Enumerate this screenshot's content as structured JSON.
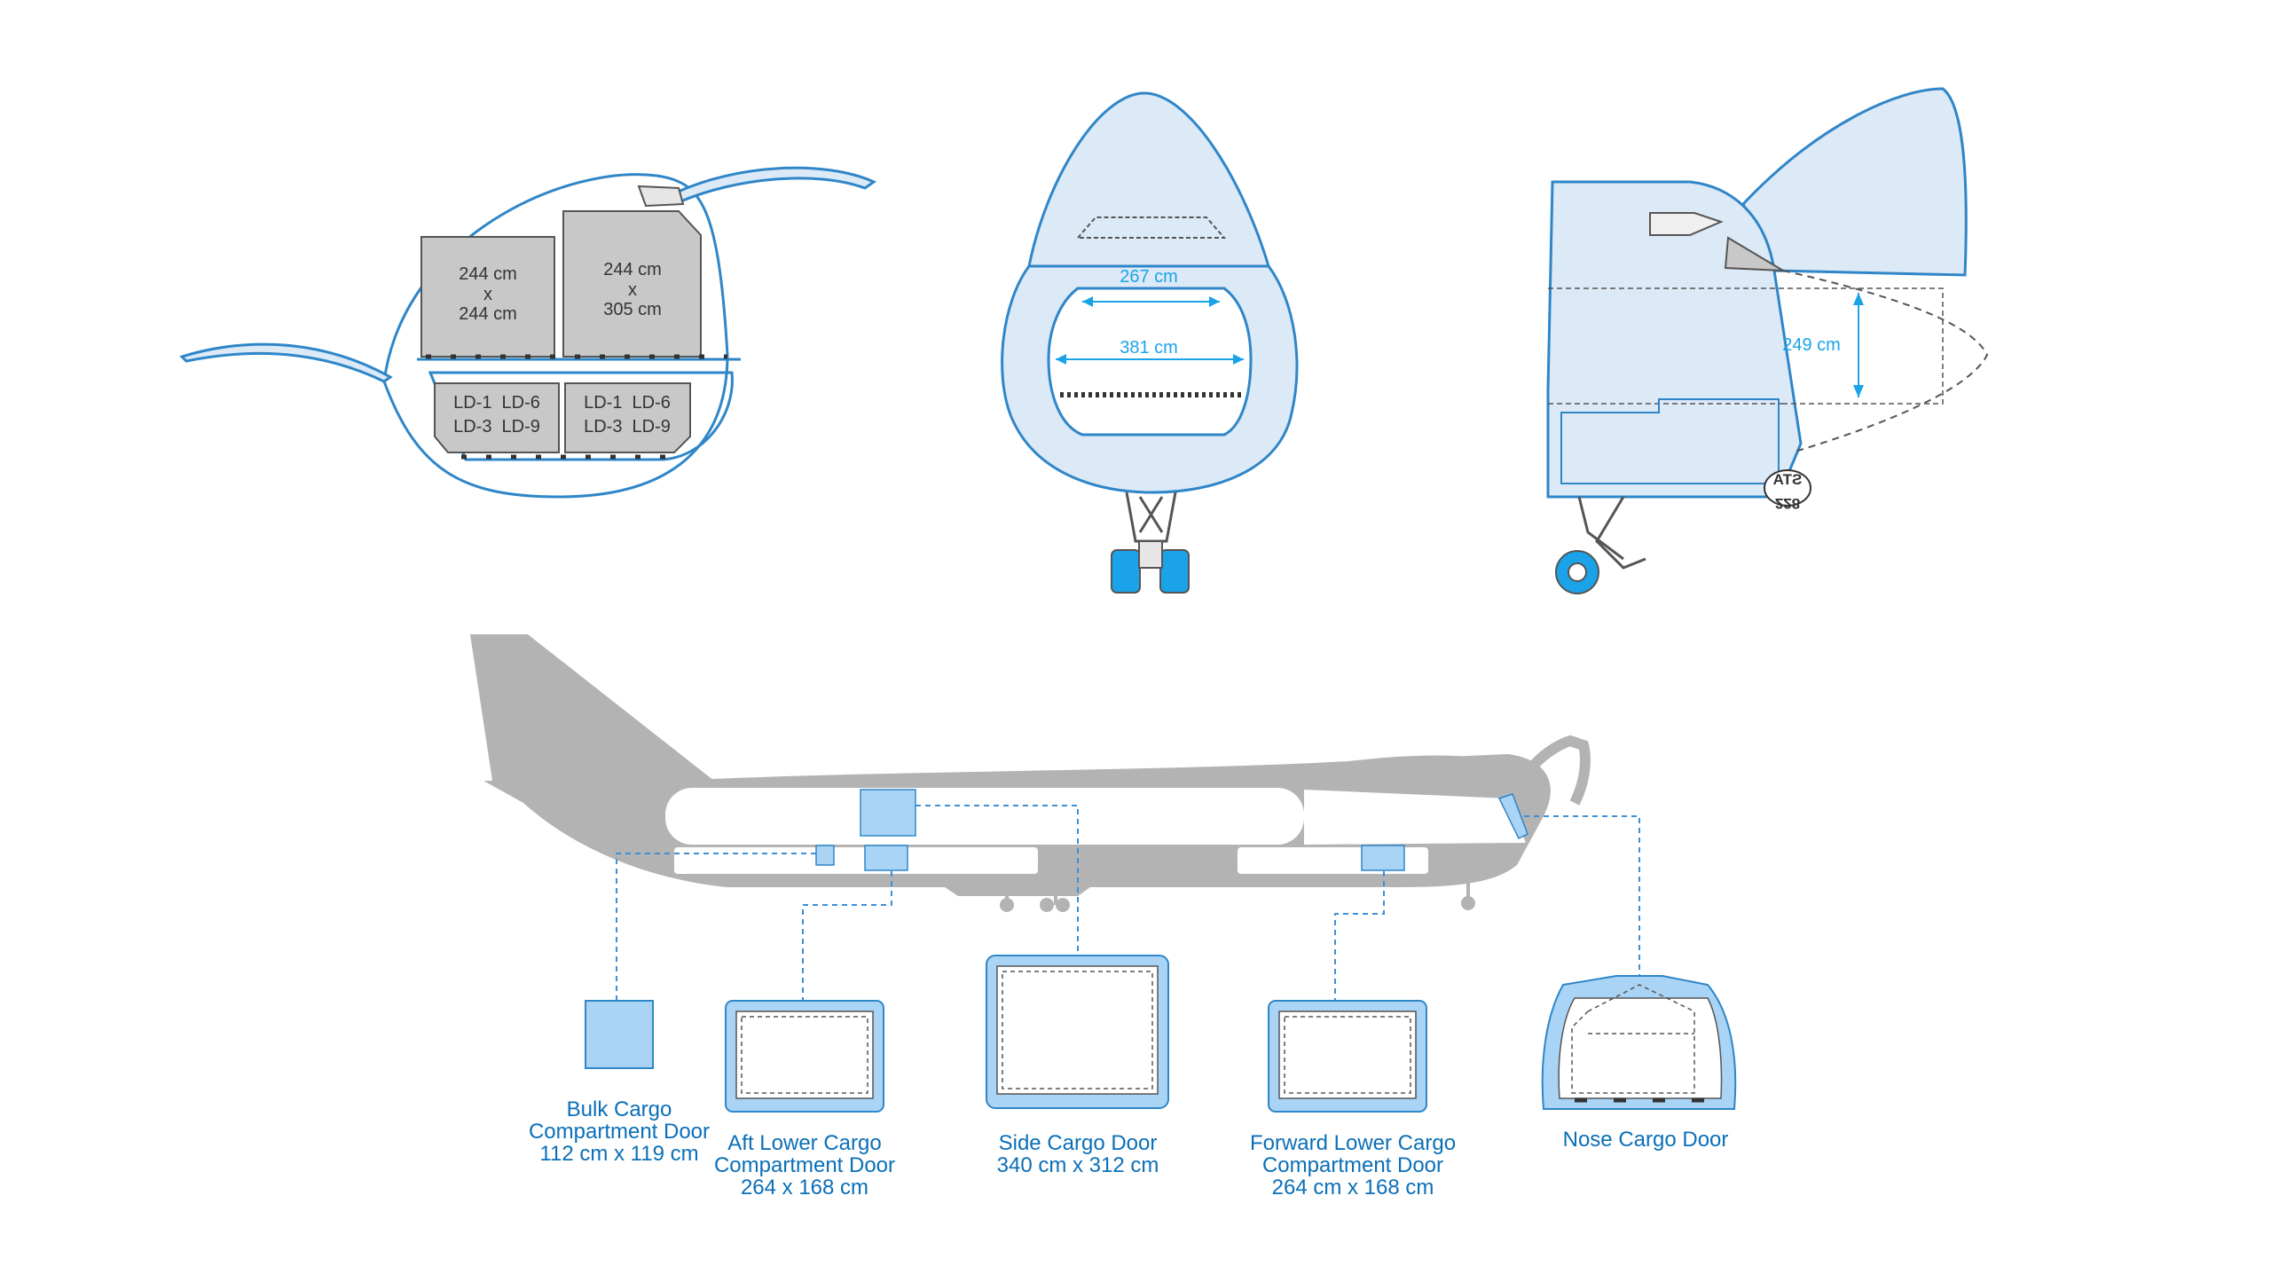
{
  "colors": {
    "fill_light": "#dce9f7",
    "fill_door": "#a9d4f5",
    "outline": "#2f86c8",
    "dim_arrow": "#1aa3e8",
    "label": "#0a6fb8",
    "aircraft_gray": "#b3b3b3",
    "container_gray": "#c8c8c8",
    "leader_dash": "#3d8fd6"
  },
  "cross_section": {
    "main_deck_left": {
      "w": "244 cm",
      "x": "x",
      "h": "244 cm"
    },
    "main_deck_right": {
      "w": "244 cm",
      "x": "x",
      "h": "305 cm"
    },
    "lower_left": {
      "row1": "LD-1  LD-6",
      "row2": "LD-3  LD-9"
    },
    "lower_right": {
      "row1": "LD-1  LD-6",
      "row2": "LD-3  LD-9"
    }
  },
  "nose_front": {
    "top_width": "267 cm",
    "bottom_width": "381 cm"
  },
  "nose_side": {
    "height": "249 cm",
    "station_line1": "STA",
    "station_line2": "228"
  },
  "doors": [
    {
      "id": "bulk",
      "line1": "Bulk Cargo",
      "line2": "Compartment Door",
      "line3": "112 cm x 119 cm"
    },
    {
      "id": "aft-lower",
      "line1": "Aft Lower Cargo",
      "line2": "Compartment Door",
      "line3": "264 x 168 cm"
    },
    {
      "id": "side",
      "line1": "Side Cargo Door",
      "line2": "340 cm x 312 cm"
    },
    {
      "id": "forward-lower",
      "line1": "Forward Lower Cargo",
      "line2": "Compartment Door",
      "line3": "264 cm x 168 cm"
    },
    {
      "id": "nose",
      "line1": "Nose Cargo Door"
    }
  ]
}
